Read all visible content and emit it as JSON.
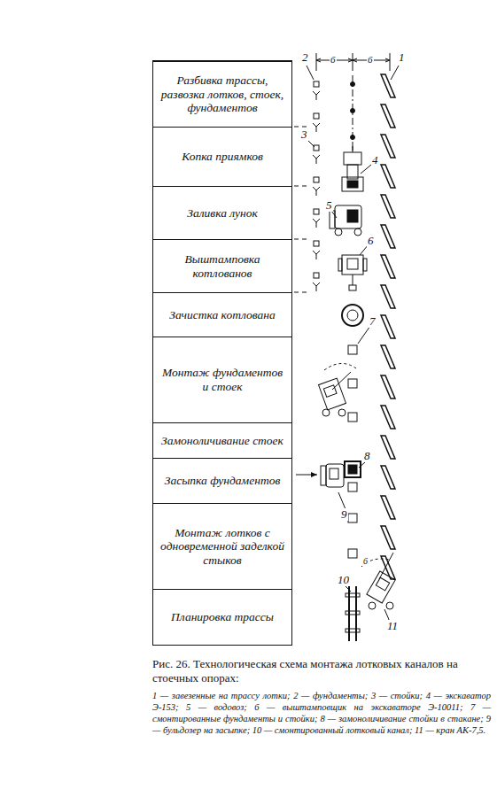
{
  "diagram": {
    "caption": "Рис. 26. Технологическая схема монтажа лотковых каналов на стоечных опорах:",
    "nodes": [
      {
        "text": [
          "Разбивка трассы, развозка лотков, стоек, фундаментов"
        ]
      },
      {
        "text": [
          "Копка приямков"
        ]
      },
      {
        "text": [
          "Заливка лунок"
        ]
      },
      {
        "text": [
          "Выштамповка котлованов"
        ]
      },
      {
        "text": [
          "Зачистка котлована"
        ]
      },
      {
        "text": [
          "Монтаж фундаментов и стоек"
        ]
      },
      {
        "text": [
          "Замоноличивание стоек"
        ]
      },
      {
        "text": [
          "Засыпка фундаментов"
        ]
      },
      {
        "text": [
          "Монтаж лотков с одновременной заделкой стыков"
        ]
      },
      {
        "text": [
          "Планировка трассы"
        ]
      }
    ],
    "edges": [],
    "labels": [
      "2",
      "6",
      "6",
      "1",
      "3",
      "4",
      "5",
      "6",
      "7",
      "8",
      "9",
      "10",
      "6",
      "11",
      "1 — завезенные на трассу лотки; 2 — фундаменты; 3 — стойки; 4 — экскаватор Э-153; 5 — водовоз; 6 — выштамповщик на экскаваторе Э-10011; 7 — смонтированные фундаменты и стойки; 8 — замоноличивание стойки в стакане; 9 — бульдозер на засыпке; 10 — смонтированный лотковый канал; 11 — кран АК-7,5."
    ]
  }
}
